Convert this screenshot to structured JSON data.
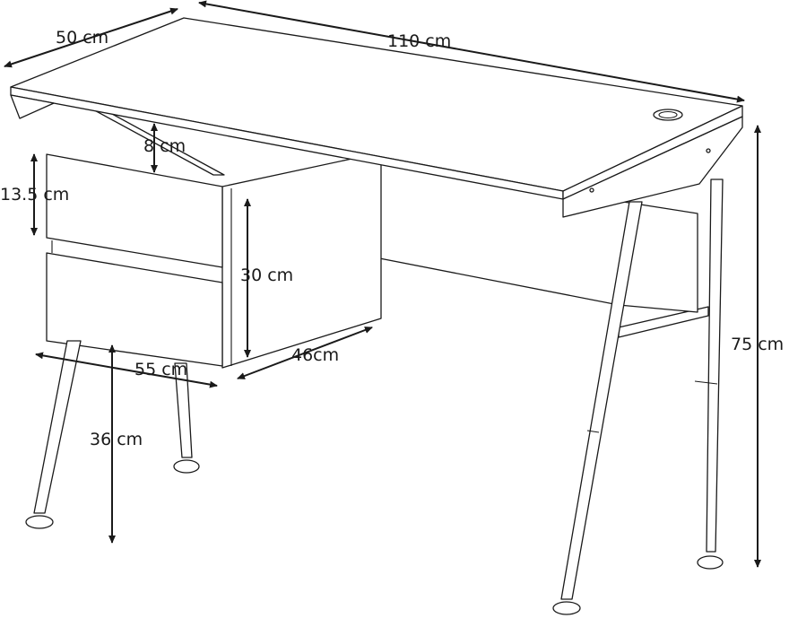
{
  "dimensions": {
    "depth": "50 cm",
    "width": "110 cm",
    "drawer_gap": "8 cm",
    "drawer_height": "13.5 cm",
    "cabinet_height": "30 cm",
    "cabinet_depth": "46cm",
    "cabinet_width": "55 cm",
    "leg_clearance": "36 cm",
    "total_height": "75 cm"
  }
}
